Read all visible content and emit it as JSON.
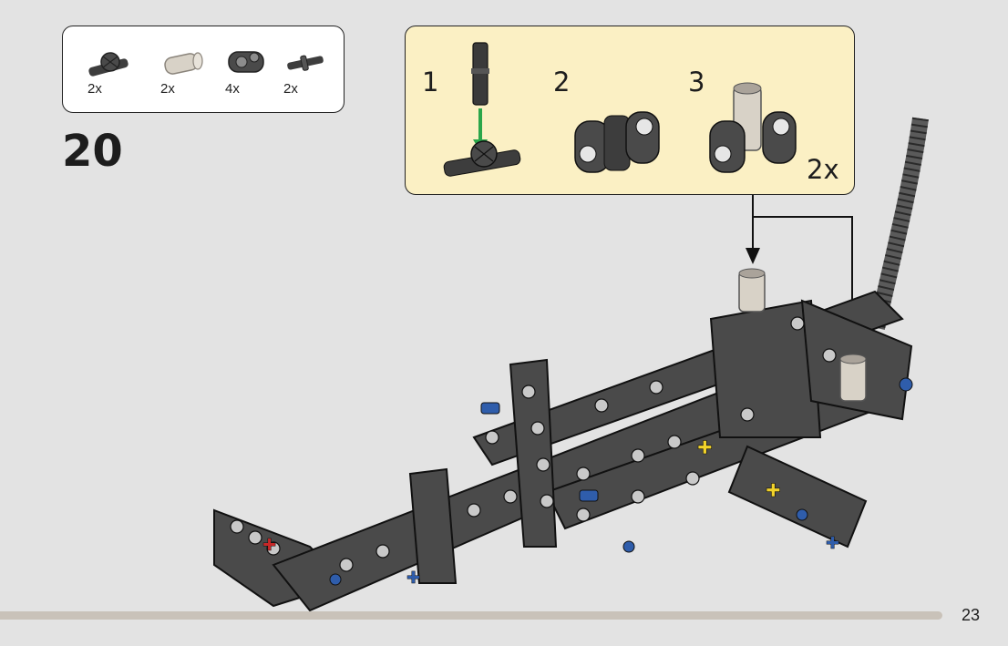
{
  "step": {
    "number": "20"
  },
  "parts_list": [
    {
      "name": "axle-connector-hub",
      "quantity": "2x"
    },
    {
      "name": "pin-connector-tan",
      "quantity": "2x"
    },
    {
      "name": "pin-connector-perpendicular",
      "quantity": "4x"
    },
    {
      "name": "friction-pin-axle",
      "quantity": "2x"
    }
  ],
  "sub_build": {
    "steps": [
      "1",
      "2",
      "3"
    ],
    "multiplier": "2x"
  },
  "page": {
    "number": "23"
  },
  "colors": {
    "callout_background": "#fbf0c4",
    "page_background": "#e3e3e3",
    "dark_gray_part": "#4a4a4a",
    "blue_pin": "#2f5dab",
    "yellow_axle": "#f2d32a",
    "red_axle": "#c72828",
    "green_arrow": "#2aa64a",
    "tan_part": "#d8d2c7"
  }
}
